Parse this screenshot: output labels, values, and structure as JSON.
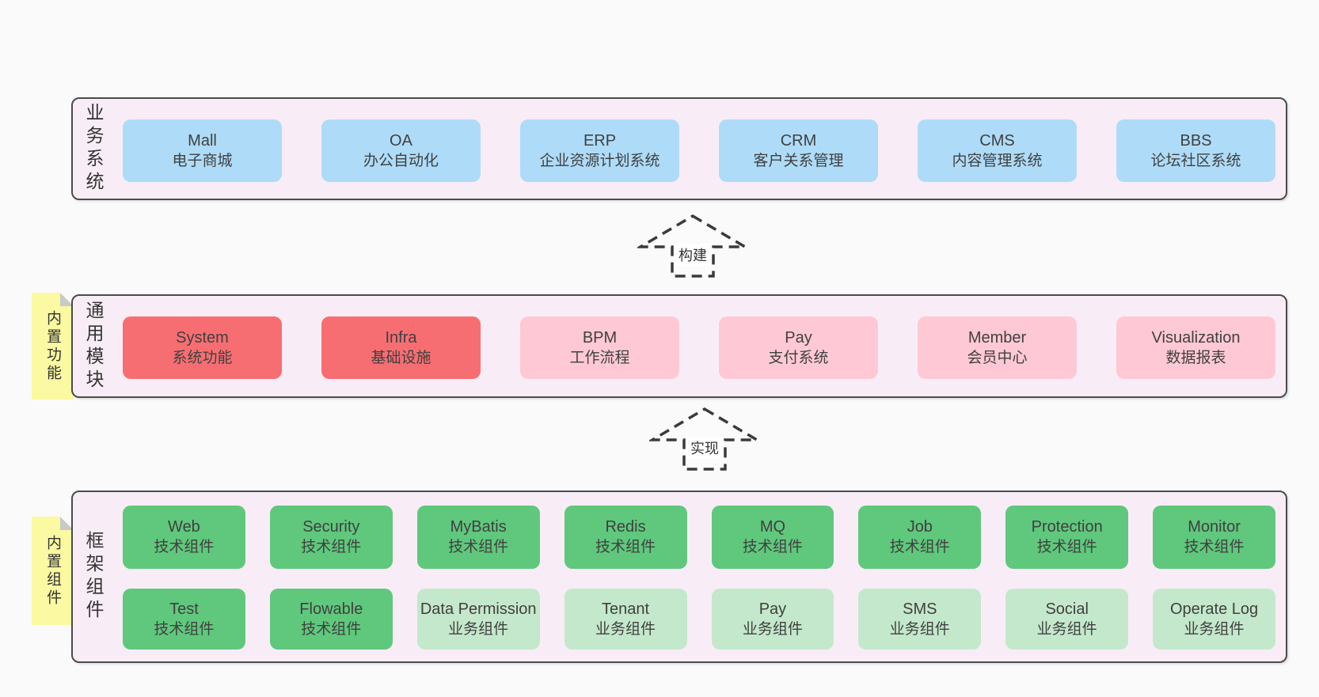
{
  "palette": {
    "page_bg": "#fafafa",
    "panel_bg": "#f8edf6",
    "panel_border": "#4b4b4b",
    "blue": "#aedcf8",
    "red": "#f76e72",
    "pink": "#fec9d4",
    "green": "#5fc87c",
    "green_light": "#c4e8cb",
    "note_yellow": "#fbf9a1",
    "note_fold": "#c9c9c9",
    "text": "#404040",
    "arrow": "#3a3a3a"
  },
  "layers": {
    "business": {
      "label": "业务系统",
      "boxes": [
        {
          "title": "Mall",
          "subtitle": "电子商城"
        },
        {
          "title": "OA",
          "subtitle": "办公自动化"
        },
        {
          "title": "ERP",
          "subtitle": "企业资源计划系统"
        },
        {
          "title": "CRM",
          "subtitle": "客户关系管理"
        },
        {
          "title": "CMS",
          "subtitle": "内容管理系统"
        },
        {
          "title": "BBS",
          "subtitle": "论坛社区系统"
        }
      ]
    },
    "modules": {
      "label": "通用模块",
      "note": "内置功能",
      "boxes": [
        {
          "title": "System",
          "subtitle": "系统功能"
        },
        {
          "title": "Infra",
          "subtitle": "基础设施"
        },
        {
          "title": "BPM",
          "subtitle": "工作流程"
        },
        {
          "title": "Pay",
          "subtitle": "支付系统"
        },
        {
          "title": "Member",
          "subtitle": "会员中心"
        },
        {
          "title": "Visualization",
          "subtitle": "数据报表"
        }
      ]
    },
    "components": {
      "label": "框架组件",
      "note": "内置组件",
      "boxes": [
        {
          "title": "Web",
          "subtitle": "技术组件"
        },
        {
          "title": "Security",
          "subtitle": "技术组件"
        },
        {
          "title": "MyBatis",
          "subtitle": "技术组件"
        },
        {
          "title": "Redis",
          "subtitle": "技术组件"
        },
        {
          "title": "MQ",
          "subtitle": "技术组件"
        },
        {
          "title": "Job",
          "subtitle": "技术组件"
        },
        {
          "title": "Protection",
          "subtitle": "技术组件"
        },
        {
          "title": "Monitor",
          "subtitle": "技术组件"
        },
        {
          "title": "Test",
          "subtitle": "技术组件"
        },
        {
          "title": "Flowable",
          "subtitle": "技术组件"
        },
        {
          "title": "Data Permission",
          "subtitle": "业务组件"
        },
        {
          "title": "Tenant",
          "subtitle": "业务组件"
        },
        {
          "title": "Pay",
          "subtitle": "业务组件"
        },
        {
          "title": "SMS",
          "subtitle": "业务组件"
        },
        {
          "title": "Social",
          "subtitle": "业务组件"
        },
        {
          "title": "Operate Log",
          "subtitle": "业务组件"
        }
      ]
    }
  },
  "arrows": {
    "build": {
      "label": "构建"
    },
    "implement": {
      "label": "实现"
    }
  }
}
